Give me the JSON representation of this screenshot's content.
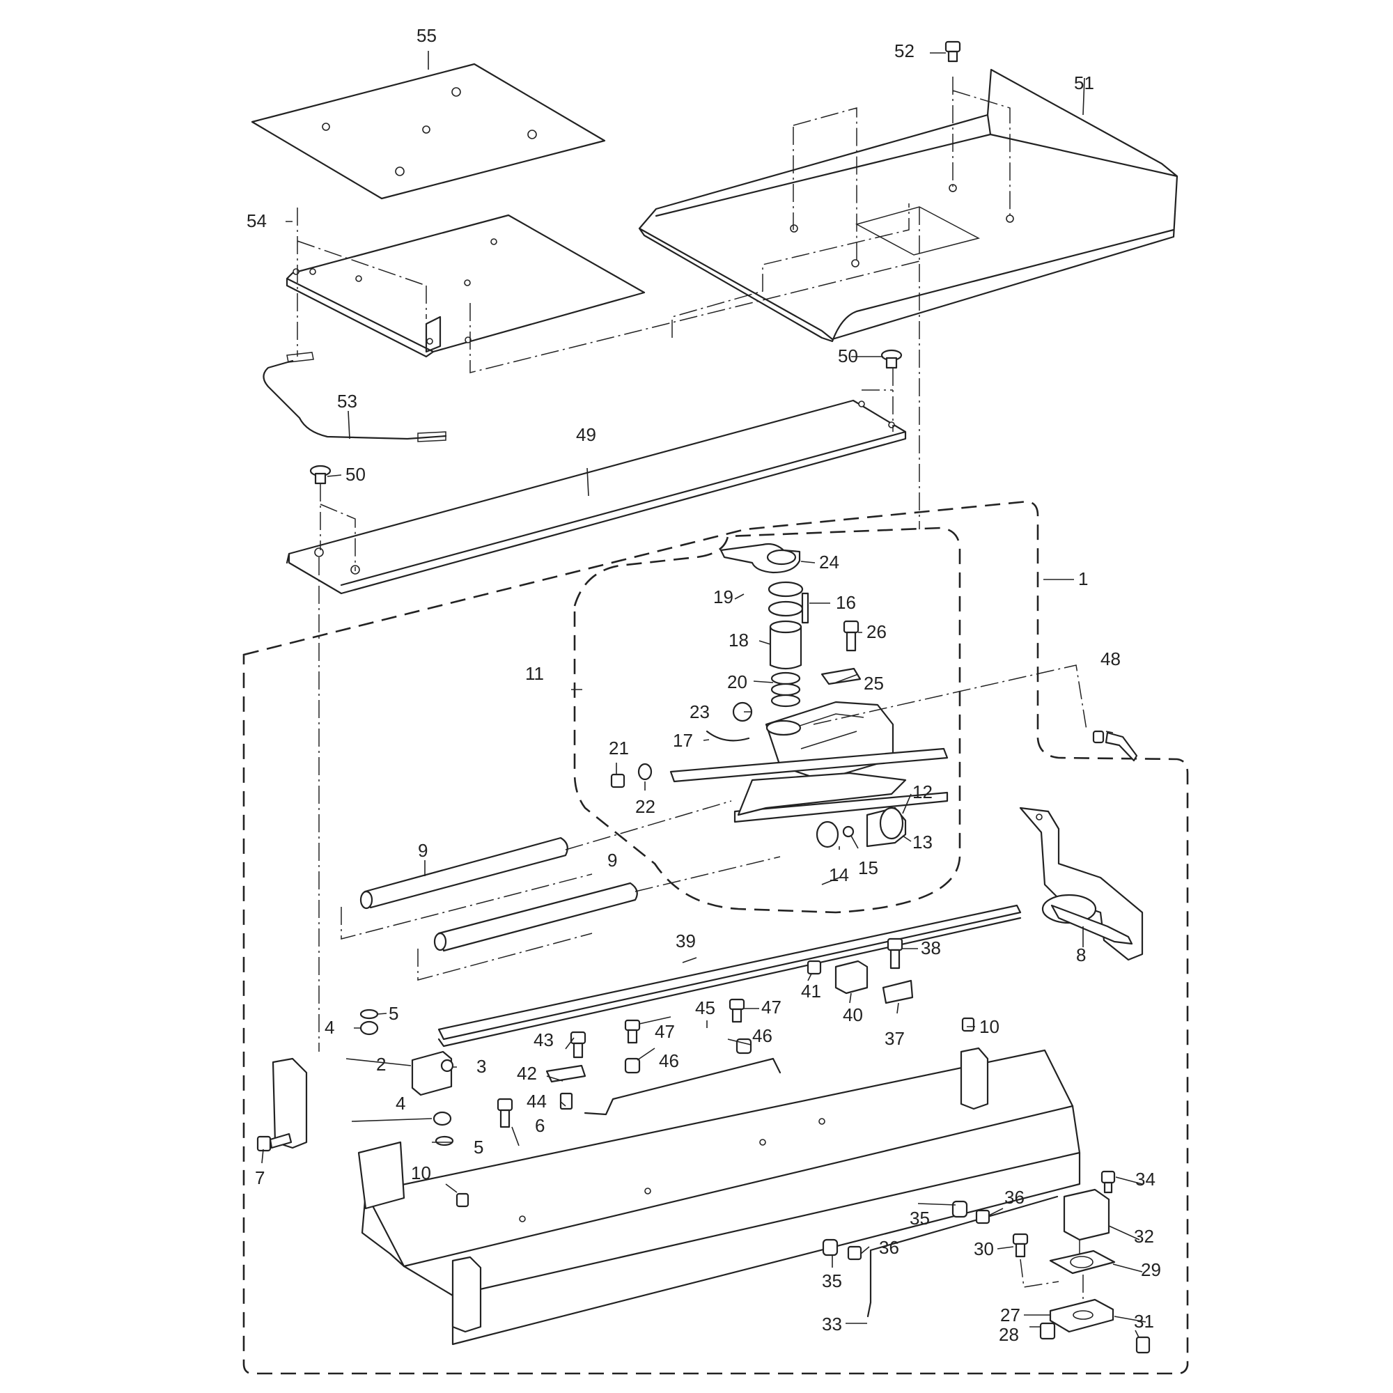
{
  "diagram": {
    "callouts": [
      {
        "id": "c1",
        "text": "1"
      },
      {
        "id": "c2",
        "text": "2"
      },
      {
        "id": "c3",
        "text": "3"
      },
      {
        "id": "c4a",
        "text": "4"
      },
      {
        "id": "c4b",
        "text": "4"
      },
      {
        "id": "c5a",
        "text": "5"
      },
      {
        "id": "c5b",
        "text": "5"
      },
      {
        "id": "c6",
        "text": "6"
      },
      {
        "id": "c7",
        "text": "7"
      },
      {
        "id": "c8",
        "text": "8"
      },
      {
        "id": "c9a",
        "text": "9"
      },
      {
        "id": "c9b",
        "text": "9"
      },
      {
        "id": "c10a",
        "text": "10"
      },
      {
        "id": "c10b",
        "text": "10"
      },
      {
        "id": "c11",
        "text": "11"
      },
      {
        "id": "c12",
        "text": "12"
      },
      {
        "id": "c13",
        "text": "13"
      },
      {
        "id": "c14",
        "text": "14"
      },
      {
        "id": "c15",
        "text": "15"
      },
      {
        "id": "c16",
        "text": "16"
      },
      {
        "id": "c17",
        "text": "17"
      },
      {
        "id": "c18",
        "text": "18"
      },
      {
        "id": "c19",
        "text": "19"
      },
      {
        "id": "c20",
        "text": "20"
      },
      {
        "id": "c21",
        "text": "21"
      },
      {
        "id": "c22",
        "text": "22"
      },
      {
        "id": "c23",
        "text": "23"
      },
      {
        "id": "c24",
        "text": "24"
      },
      {
        "id": "c25",
        "text": "25"
      },
      {
        "id": "c26",
        "text": "26"
      },
      {
        "id": "c27",
        "text": "27"
      },
      {
        "id": "c28",
        "text": "28"
      },
      {
        "id": "c29",
        "text": "29"
      },
      {
        "id": "c30",
        "text": "30"
      },
      {
        "id": "c31",
        "text": "31"
      },
      {
        "id": "c32",
        "text": "32"
      },
      {
        "id": "c33",
        "text": "33"
      },
      {
        "id": "c34",
        "text": "34"
      },
      {
        "id": "c35a",
        "text": "35"
      },
      {
        "id": "c35b",
        "text": "35"
      },
      {
        "id": "c36a",
        "text": "36"
      },
      {
        "id": "c36b",
        "text": "36"
      },
      {
        "id": "c37",
        "text": "37"
      },
      {
        "id": "c38",
        "text": "38"
      },
      {
        "id": "c39",
        "text": "39"
      },
      {
        "id": "c40",
        "text": "40"
      },
      {
        "id": "c41",
        "text": "41"
      },
      {
        "id": "c42",
        "text": "42"
      },
      {
        "id": "c43",
        "text": "43"
      },
      {
        "id": "c44",
        "text": "44"
      },
      {
        "id": "c45",
        "text": "45"
      },
      {
        "id": "c46a",
        "text": "46"
      },
      {
        "id": "c46b",
        "text": "46"
      },
      {
        "id": "c47a",
        "text": "47"
      },
      {
        "id": "c47b",
        "text": "47"
      },
      {
        "id": "c48",
        "text": "48"
      },
      {
        "id": "c49",
        "text": "49"
      },
      {
        "id": "c50a",
        "text": "50"
      },
      {
        "id": "c50b",
        "text": "50"
      },
      {
        "id": "c51",
        "text": "51"
      },
      {
        "id": "c52",
        "text": "52"
      },
      {
        "id": "c53",
        "text": "53"
      },
      {
        "id": "c54",
        "text": "54"
      },
      {
        "id": "c55",
        "text": "55"
      }
    ]
  }
}
